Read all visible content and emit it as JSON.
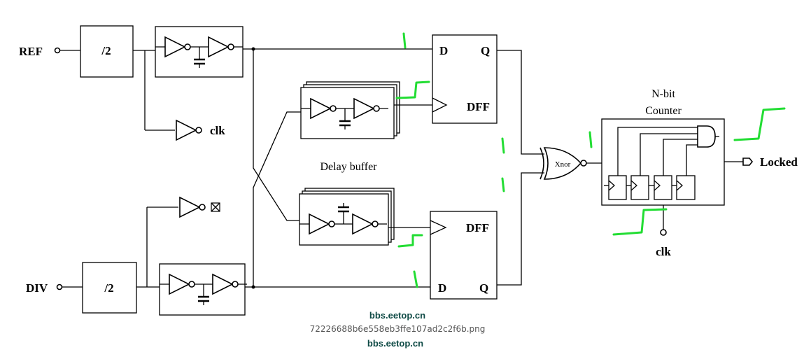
{
  "diagram": {
    "inputs": {
      "ref": "REF",
      "div": "DIV"
    },
    "dividers": {
      "top": "/2",
      "bottom": "/2"
    },
    "clk_tap": "clk",
    "delay_buffer_label": "Delay buffer",
    "dff_top": {
      "d": "D",
      "q": "Q",
      "name": "DFF"
    },
    "dff_bottom": {
      "d": "D",
      "q": "Q",
      "name": "DFF"
    },
    "xnor_label": "Xnor",
    "counter": {
      "title_line1": "N-bit",
      "title_line2": "Counter"
    },
    "counter_clk": "clk",
    "output": "Locked",
    "annotation_color": "#22dd33"
  },
  "watermarks": [
    "bbs.eetop.cn",
    "bbs.eetop.cn"
  ],
  "caption": "72226688b6e558eb3ffe107ad2c2f6b.png"
}
